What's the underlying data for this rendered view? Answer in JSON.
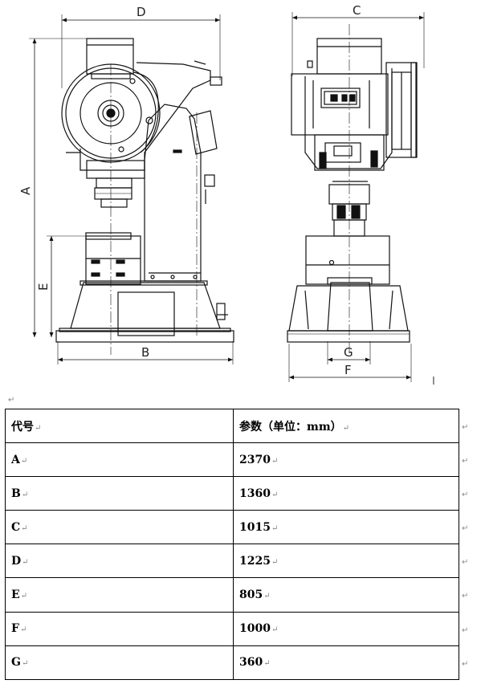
{
  "drawing": {
    "dimension_labels": {
      "A": "A",
      "B": "B",
      "C": "C",
      "D": "D",
      "E": "E",
      "F": "F",
      "G": "G"
    },
    "line_color": "#111111"
  },
  "table": {
    "headers": [
      "代号",
      "参数（单位：mm）"
    ],
    "rows": [
      {
        "code": "A",
        "value": "2370"
      },
      {
        "code": "B",
        "value": "1360"
      },
      {
        "code": "C",
        "value": "1015"
      },
      {
        "code": "D",
        "value": "1225"
      },
      {
        "code": "E",
        "value": "805"
      },
      {
        "code": "F",
        "value": "1000"
      },
      {
        "code": "G",
        "value": "360"
      }
    ]
  },
  "marks": {
    "paragraph": "↵",
    "cell": "↵",
    "cursor": "I"
  }
}
